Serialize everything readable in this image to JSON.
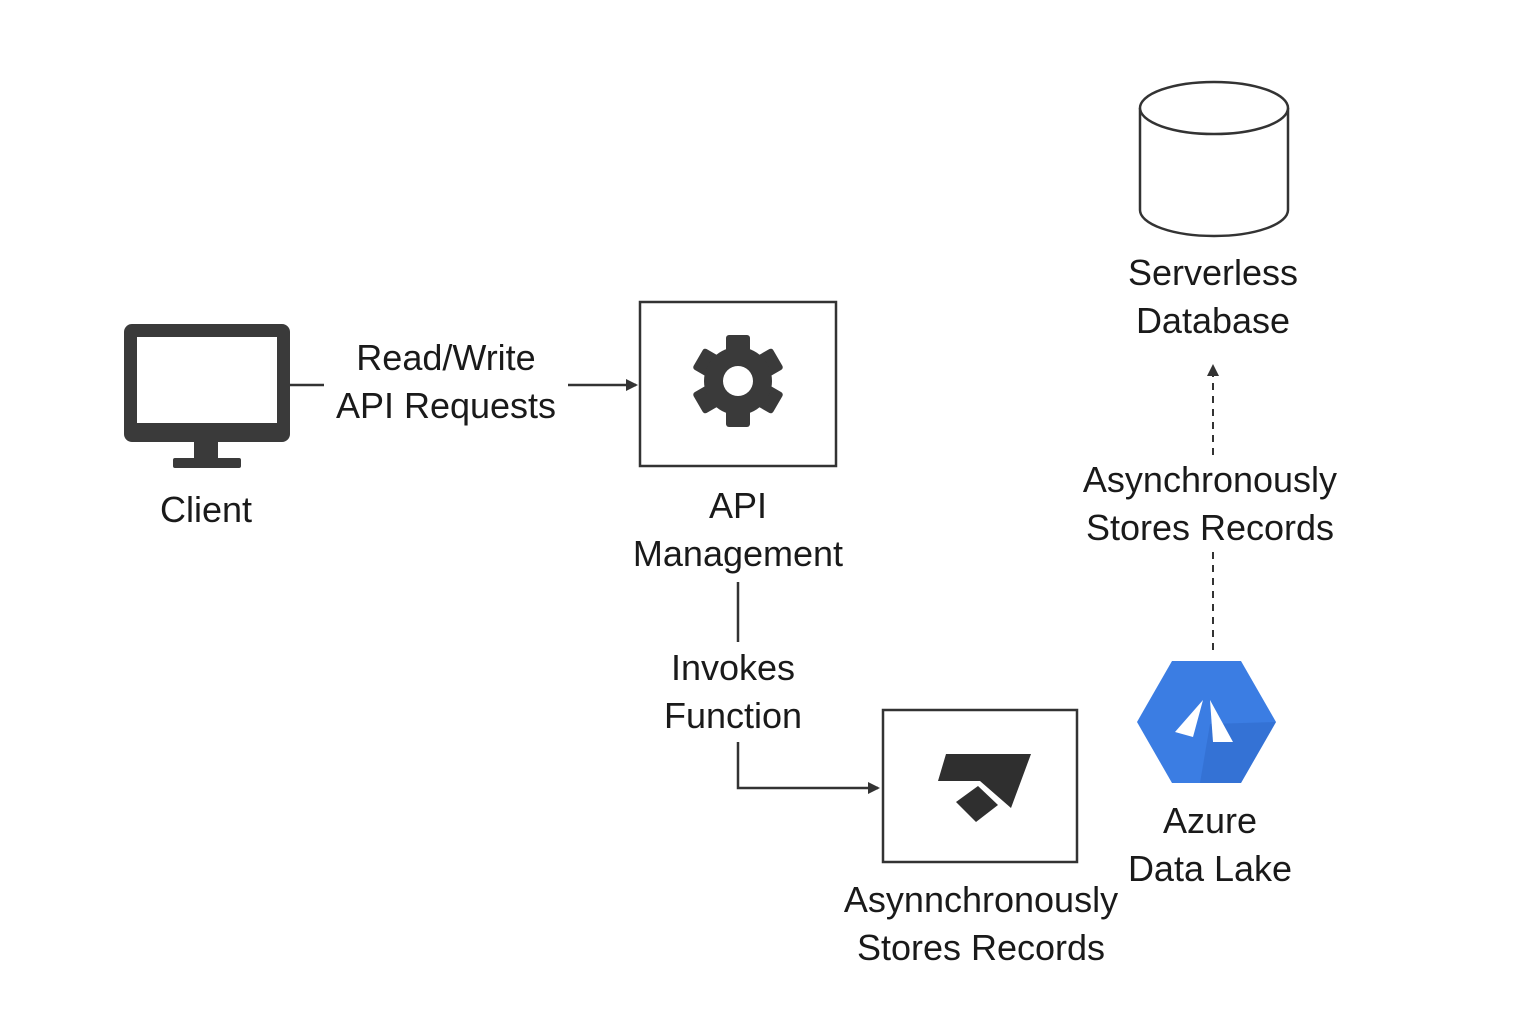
{
  "nodes": {
    "client": {
      "label": "Client",
      "icon": "monitor-icon"
    },
    "api_management": {
      "label_lines": [
        "API",
        "Management"
      ],
      "icon": "gear-icon"
    },
    "function": {
      "label_lines": [
        "Asynnchronously",
        "Stores Records"
      ],
      "icon": "function-app-icon"
    },
    "data_lake": {
      "label_lines": [
        "Azure",
        "Data Lake"
      ],
      "icon": "azure-data-lake-icon"
    },
    "database": {
      "label_lines": [
        "Serverless",
        "Database"
      ],
      "icon": "database-cylinder-icon"
    }
  },
  "edges": {
    "client_to_api": {
      "label_lines": [
        "Read/Write",
        "API Requests"
      ],
      "style": "solid"
    },
    "api_to_function": {
      "label_lines": [
        "Invokes",
        "Function"
      ],
      "style": "solid"
    },
    "lake_to_db": {
      "label_lines": [
        "Asynchronously",
        "Stores Records"
      ],
      "style": "dashed"
    }
  },
  "colors": {
    "stroke": "#333333",
    "icon_dark": "#3a3a3a",
    "azure_blue": "#3b7de3",
    "azure_blue_dark": "#2f6acb"
  }
}
